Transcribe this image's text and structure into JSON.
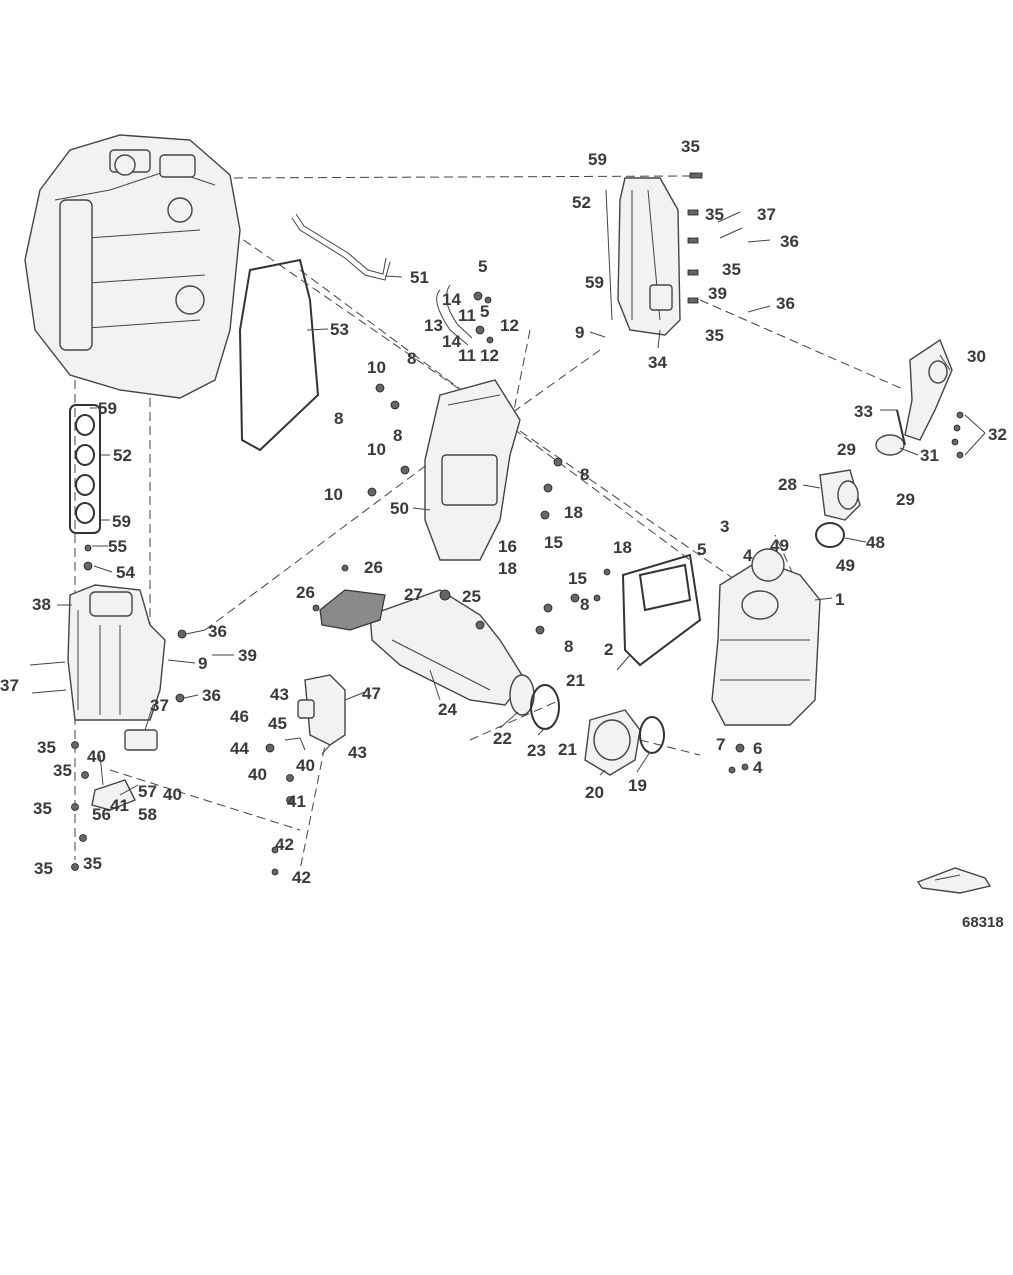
{
  "figure_number": "68318",
  "callouts": [
    "1",
    "2",
    "3",
    "4",
    "5",
    "6",
    "7",
    "8",
    "9",
    "10",
    "11",
    "12",
    "13",
    "14",
    "15",
    "16",
    "18",
    "19",
    "20",
    "21",
    "22",
    "23",
    "24",
    "25",
    "26",
    "27",
    "28",
    "29",
    "30",
    "31",
    "32",
    "33",
    "34",
    "35",
    "36",
    "37",
    "38",
    "39",
    "40",
    "41",
    "42",
    "43",
    "44",
    "45",
    "46",
    "47",
    "48",
    "49",
    "50",
    "51",
    "52",
    "53",
    "54",
    "55",
    "56",
    "57",
    "58",
    "59"
  ]
}
